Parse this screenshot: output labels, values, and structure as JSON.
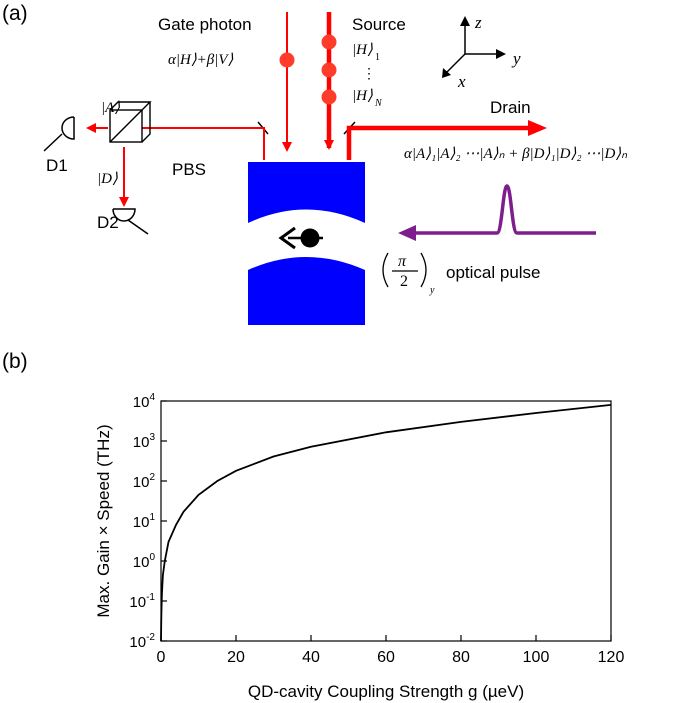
{
  "panel_a": {
    "label": "(a)",
    "gate_photon_label": "Gate photon",
    "gate_state": "α|H⟩+β|V⟩",
    "source_label": "Source",
    "source_state_first": "|H⟩",
    "source_state_first_sub": "1",
    "source_dots": "⋮",
    "source_state_last": "|H⟩",
    "source_state_last_sub": "N",
    "axes": {
      "z": "z",
      "y": "y",
      "x": "x"
    },
    "drain_label": "Drain",
    "drain_state": "α|A⟩₁|A⟩₂ ⋯|A⟩ₙ + β|D⟩₁|D⟩₂ ⋯|D⟩ₙ",
    "pbs_label": "PBS",
    "ket_a": "|A⟩",
    "ket_d": "|D⟩",
    "detector_1": "D1",
    "detector_2": "D2",
    "pulse_fraction_num": "π",
    "pulse_fraction_den": "2",
    "pulse_sub": "y",
    "pulse_label": "optical pulse",
    "colors": {
      "beam": "#ff0000",
      "dot": "#ff3b2a",
      "cavity": "#0000ff",
      "pulse": "#7d1e8c"
    }
  },
  "panel_b": {
    "label": "(b)",
    "chart_data": {
      "type": "line",
      "xlabel": "QD-cavity Coupling Strength g (µeV)",
      "ylabel": "Max. Gain × Speed (THz)",
      "xlim": [
        0,
        120
      ],
      "ylim": [
        0.01,
        10000
      ],
      "y_scale": "log",
      "x_ticks": [
        "0",
        "20",
        "40",
        "60",
        "80",
        "100",
        "120"
      ],
      "y_ticks": [
        {
          "base": "10",
          "exp": "-2"
        },
        {
          "base": "10",
          "exp": "-1"
        },
        {
          "base": "10",
          "exp": "0"
        },
        {
          "base": "10",
          "exp": "1"
        },
        {
          "base": "10",
          "exp": "2"
        },
        {
          "base": "10",
          "exp": "3"
        },
        {
          "base": "10",
          "exp": "4"
        }
      ],
      "series": [
        {
          "x": [
            0.05,
            0.1,
            0.25,
            0.5,
            1,
            2,
            4,
            6,
            10,
            15,
            20,
            30,
            40,
            60,
            80,
            100,
            120
          ],
          "y": [
            0.025,
            0.05,
            0.15,
            0.45,
            1.0,
            3.0,
            8.0,
            17,
            45,
            100,
            180,
            410,
            720,
            1650,
            3000,
            5000,
            8000
          ]
        }
      ],
      "grid": false,
      "legend": "none"
    }
  }
}
